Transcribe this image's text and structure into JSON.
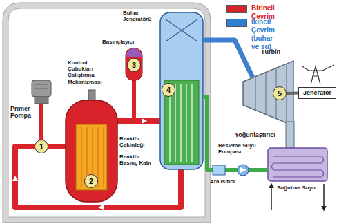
{
  "diagram": {
    "nodes": [
      {
        "text": [
          "1"
        ]
      },
      {
        "text": [
          "2"
        ]
      },
      {
        "text": [
          "3"
        ]
      },
      {
        "text": [
          "4"
        ]
      },
      {
        "text": [
          "5"
        ]
      },
      {
        "text": [
          "Jeneratör"
        ]
      }
    ],
    "edges": [
      {
        "from": 4,
        "to": 5,
        "arrow": "none"
      }
    ],
    "labels": [
      "Buhar Jeneratörü",
      "Basınçlayıcı",
      "Kontrol Çubukları Çalıştırma Mekanizması",
      "Primer Pompa",
      "Reaktör Çekirdeği",
      "Reaktör Basınç Kabı",
      "Türbin",
      "Yoğunlaştırıcı",
      "Besleme Suyu Pompası",
      "Ara Isıtıcı",
      "Soğutma Suyu"
    ],
    "legend": [
      {
        "text": "Birincil Çevrim",
        "color": "#d9232a"
      },
      {
        "text": "İkincil Çevrim (buhar ve su)",
        "color": "#2f7fd0"
      }
    ]
  }
}
